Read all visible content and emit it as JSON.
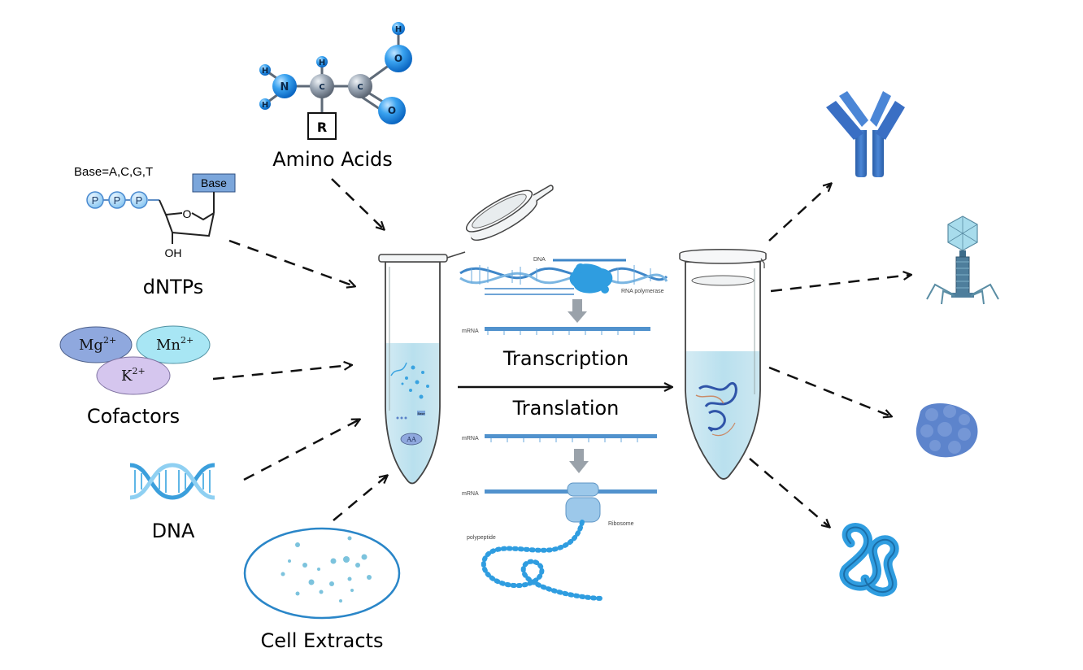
{
  "inputs": {
    "amino_acids": {
      "label": "Amino Acids",
      "atoms": {
        "n": "N",
        "c1": "C",
        "c2": "C",
        "o1": "O",
        "o2": "O",
        "h": "H",
        "r": "R"
      }
    },
    "dntps": {
      "label": "dNTPs",
      "base_note": "Base=A,C,G,T",
      "base_box": "Base",
      "phosphate": "P",
      "ring_o": "O",
      "oh": "OH"
    },
    "cofactors": {
      "label": "Cofactors",
      "ions": [
        {
          "symbol": "Mg",
          "charge": "2+",
          "color": "#8fa8de"
        },
        {
          "symbol": "Mn",
          "charge": "2+",
          "color": "#a8e6f4"
        },
        {
          "symbol": "K",
          "charge": "2+",
          "color": "#d5c6ee"
        }
      ]
    },
    "dna": {
      "label": "DNA"
    },
    "cell_extracts": {
      "label": "Cell Extracts"
    }
  },
  "process": {
    "transcription": "Transcription",
    "translation": "Translation",
    "dna_label": "DNA",
    "rna_polymerase": "RNA polymerase",
    "mrna_1": "mRNA",
    "mrna_2": "mRNA",
    "mrna_3": "mRNA",
    "ribosome": "Ribosome",
    "polypeptide": "polypeptide"
  },
  "tube_in": {
    "aa_label": "AA",
    "mini_base": "Base"
  },
  "outputs": [
    "antibody-icon",
    "bacteriophage-icon",
    "protein-icon",
    "folded-peptide-icon"
  ],
  "colors": {
    "accent": "#3a6fc4",
    "bright": "#2f9de0",
    "liquid": "#bfe2ee",
    "text": "#111111"
  }
}
